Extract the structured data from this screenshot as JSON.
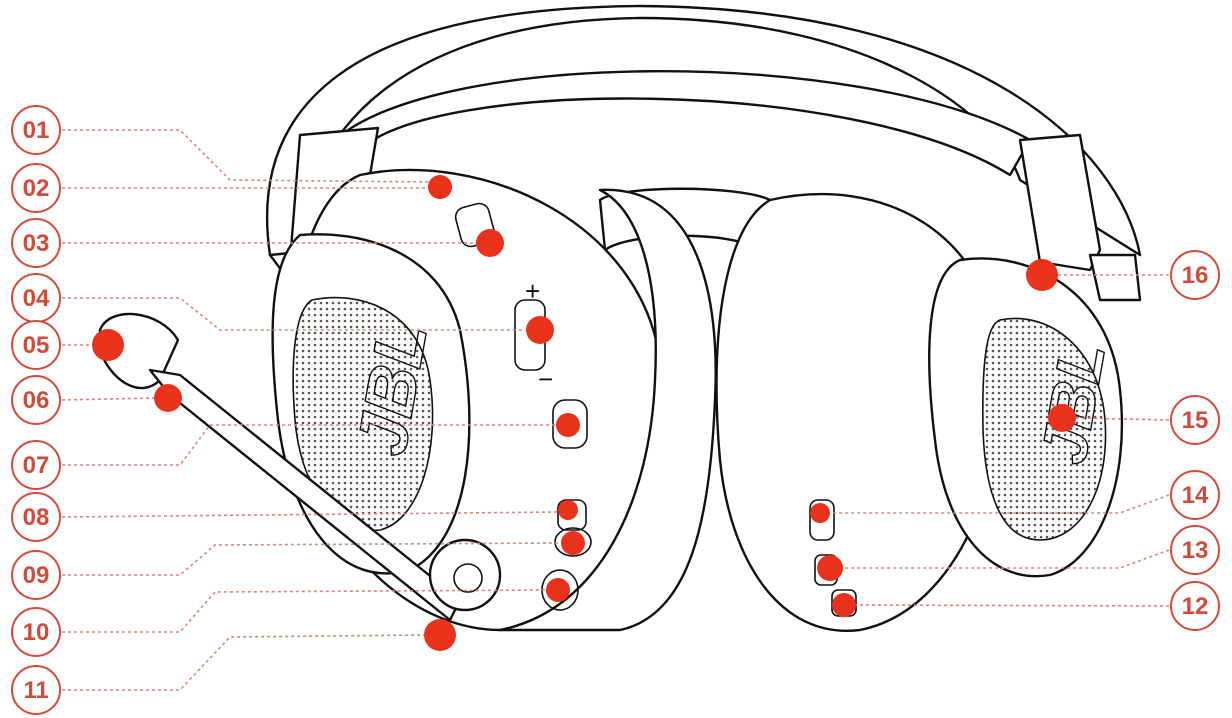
{
  "accent_color": "#e8321c",
  "callout_color": "#d24a3a",
  "brand": {
    "left_logo": "JBL",
    "right_logo": "JBL"
  },
  "volume": {
    "plus": "+",
    "minus": "−"
  },
  "callouts": [
    {
      "label": "01"
    },
    {
      "label": "02"
    },
    {
      "label": "03"
    },
    {
      "label": "04"
    },
    {
      "label": "05"
    },
    {
      "label": "06"
    },
    {
      "label": "07"
    },
    {
      "label": "08"
    },
    {
      "label": "09"
    },
    {
      "label": "10"
    },
    {
      "label": "11"
    },
    {
      "label": "12"
    },
    {
      "label": "13"
    },
    {
      "label": "14"
    },
    {
      "label": "15"
    },
    {
      "label": "16"
    }
  ]
}
